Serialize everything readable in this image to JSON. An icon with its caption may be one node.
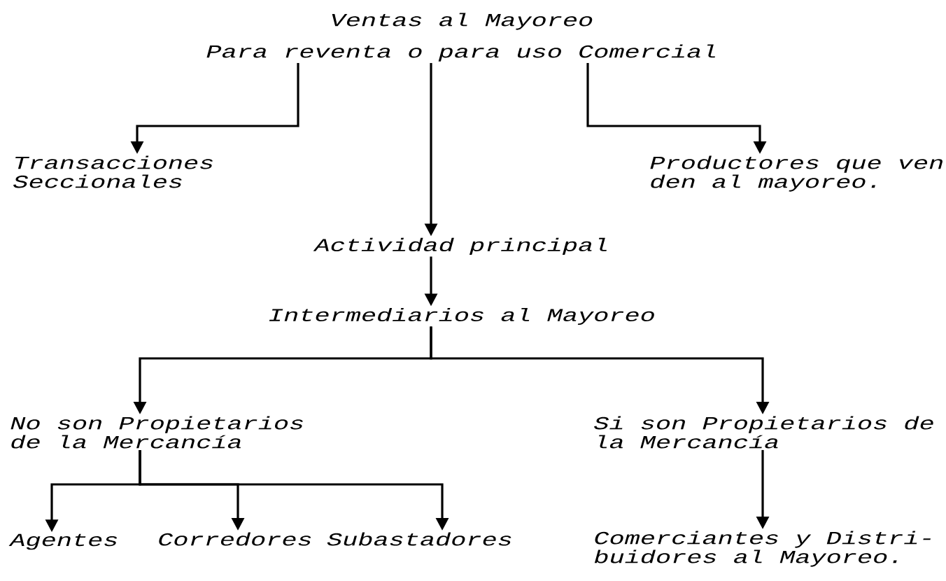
{
  "diagram": {
    "nodes": [
      {
        "text": [
          "Ventas al Mayoreo",
          "Para reventa o para uso Comercial"
        ]
      },
      {
        "text": [
          "Transacciones Seccionales"
        ]
      },
      {
        "text": [
          "Productores que ven den al mayoreo."
        ]
      },
      {
        "text": [
          "Actividad principal"
        ]
      },
      {
        "text": [
          "Intermediarios al Mayoreo"
        ]
      },
      {
        "text": [
          "No son Propietarios de la Mercancía"
        ]
      },
      {
        "text": [
          "Si son Propietarios de la Mercancía"
        ]
      },
      {
        "text": [
          "Agentes"
        ]
      },
      {
        "text": [
          "Corredores"
        ]
      },
      {
        "text": [
          "Subastadores"
        ]
      },
      {
        "text": [
          "Comerciantes y Distri- buidores al Mayoreo."
        ]
      }
    ],
    "edges": [
      {
        "from": 0,
        "to": 1,
        "arrow": "to"
      },
      {
        "from": 0,
        "to": 2,
        "arrow": "to"
      },
      {
        "from": 0,
        "to": 3,
        "arrow": "to"
      },
      {
        "from": 3,
        "to": 4,
        "arrow": "to"
      },
      {
        "from": 4,
        "to": 5,
        "arrow": "to"
      },
      {
        "from": 4,
        "to": 6,
        "arrow": "to"
      },
      {
        "from": 5,
        "to": 7,
        "arrow": "to"
      },
      {
        "from": 5,
        "to": 8,
        "arrow": "to"
      },
      {
        "from": 5,
        "to": 9,
        "arrow": "to"
      },
      {
        "from": 6,
        "to": 10,
        "arrow": "to"
      }
    ]
  }
}
